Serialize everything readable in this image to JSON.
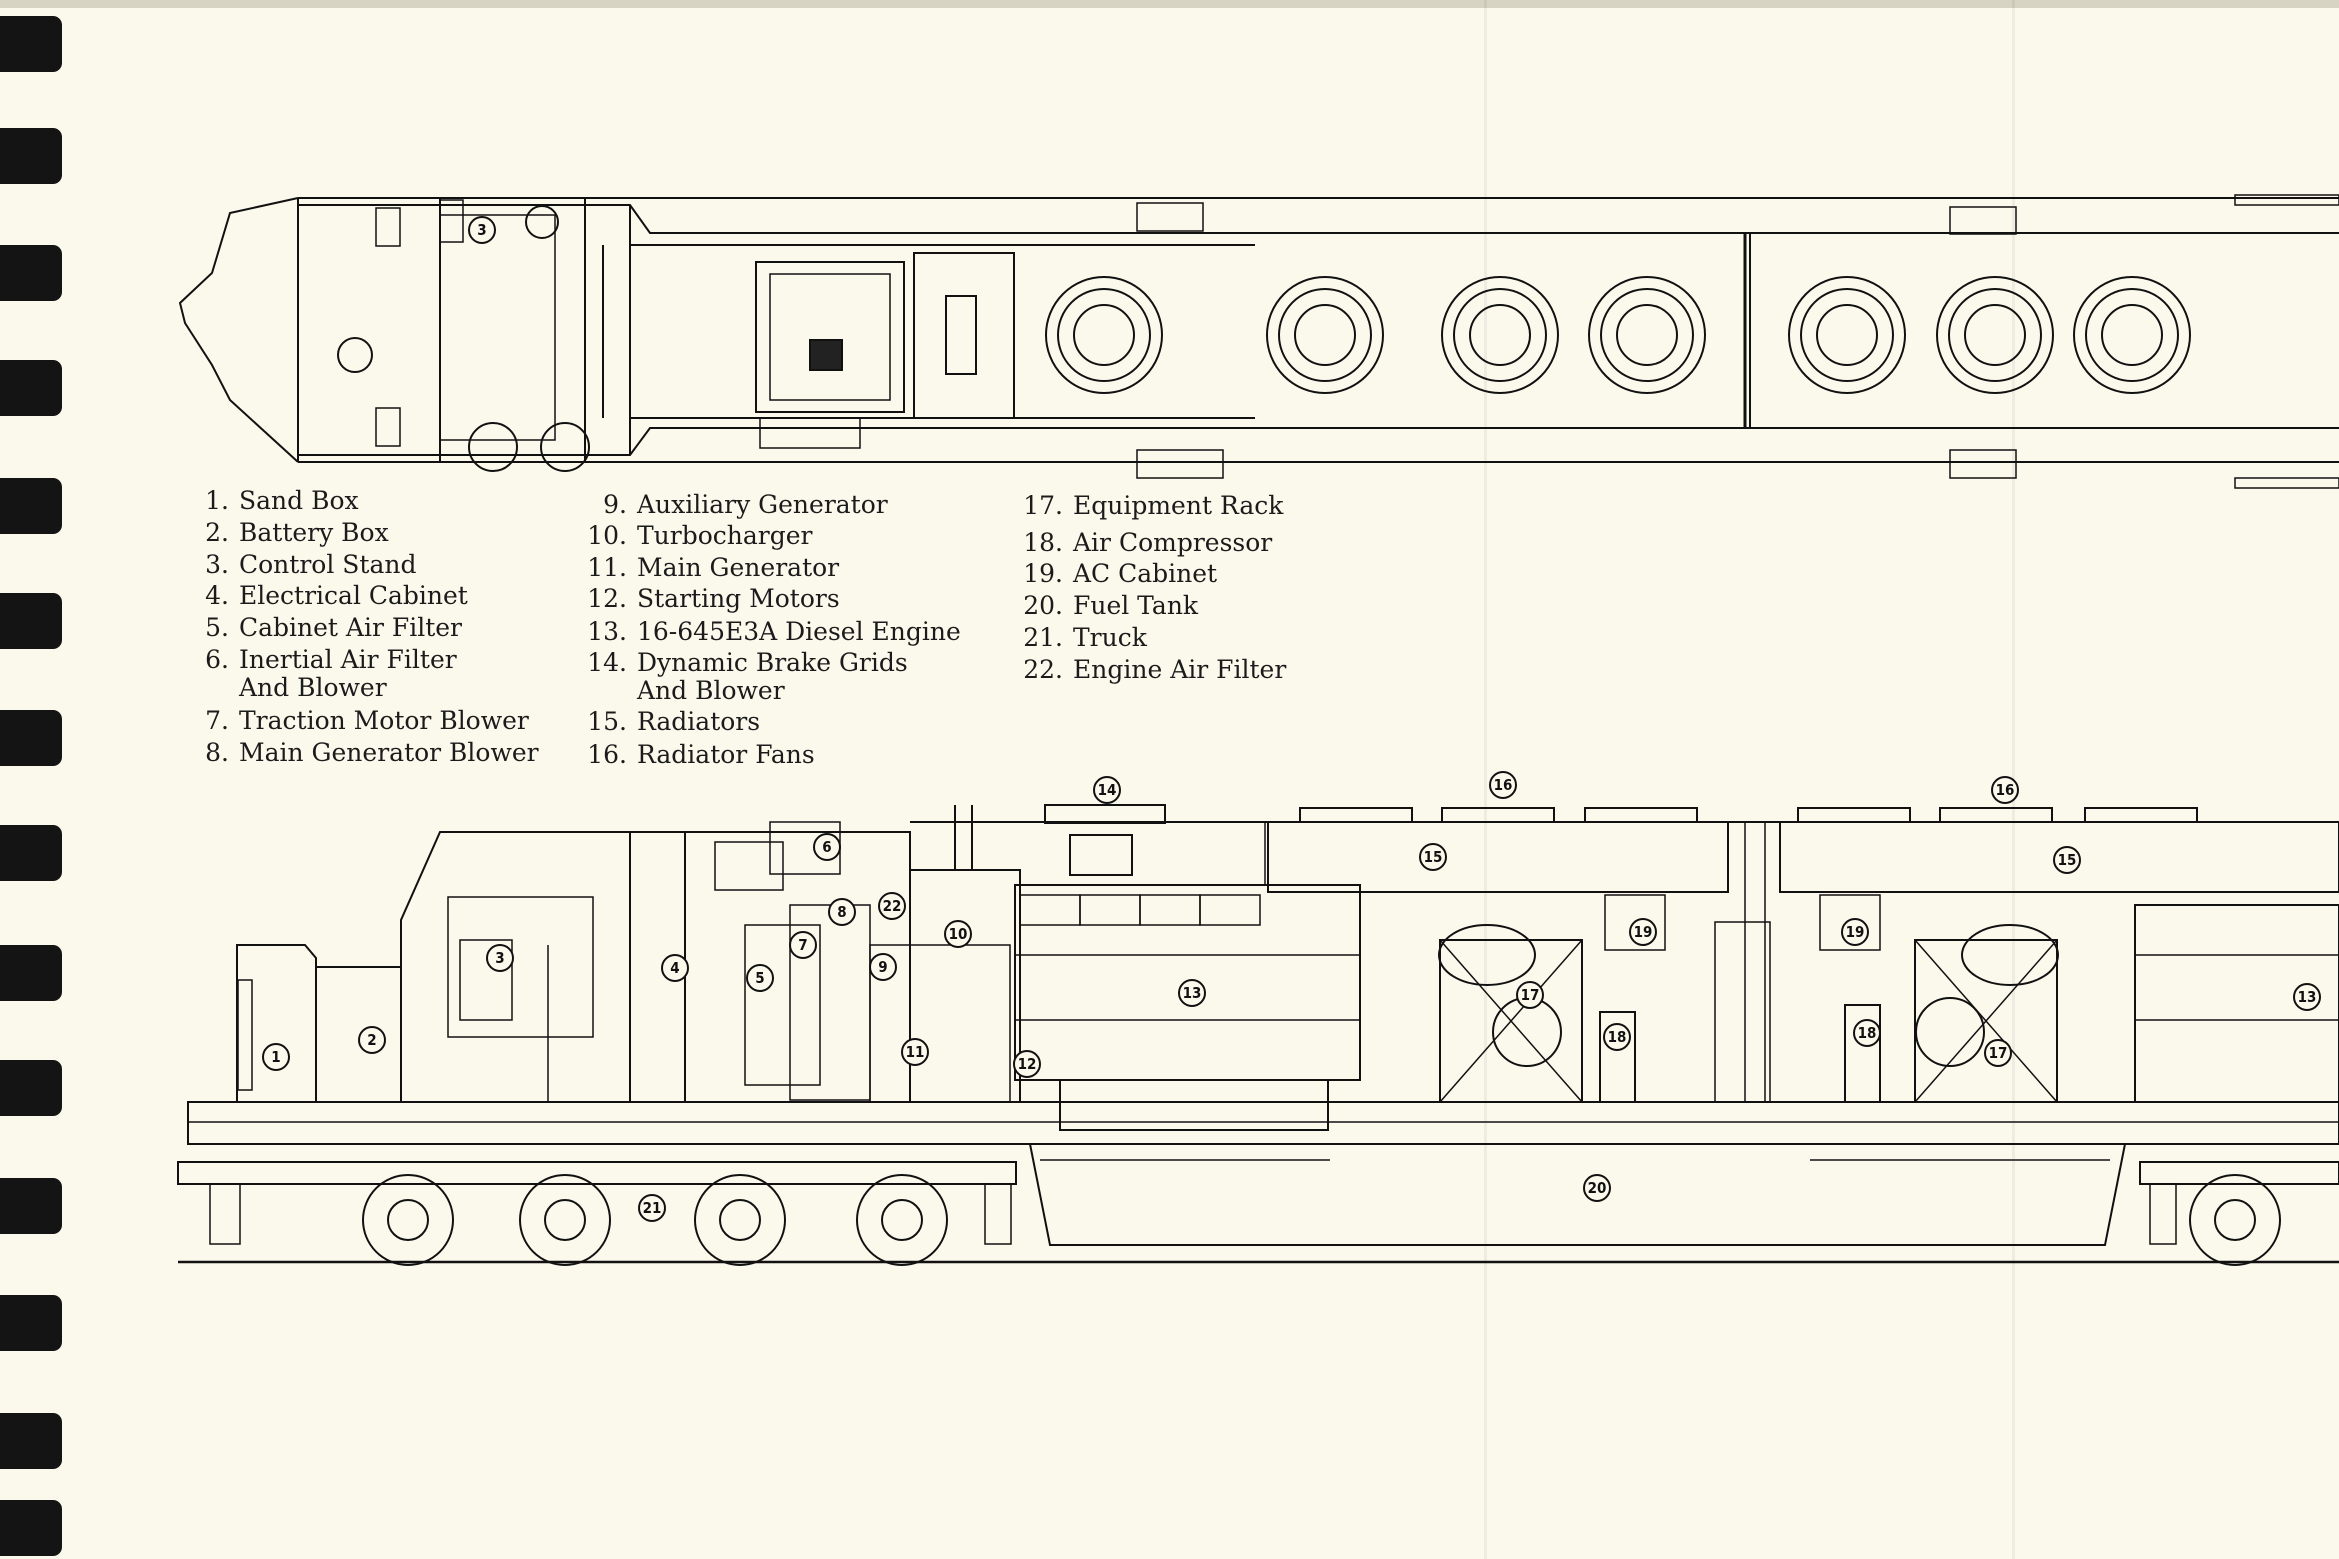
{
  "legend": {
    "items": [
      {
        "num": "1.",
        "label": "Sand Box"
      },
      {
        "num": "2.",
        "label": "Battery Box"
      },
      {
        "num": "3.",
        "label": "Control Stand"
      },
      {
        "num": "4.",
        "label": "Electrical Cabinet"
      },
      {
        "num": "5.",
        "label": "Cabinet Air Filter"
      },
      {
        "num": "6.",
        "label": "Inertial Air Filter",
        "cont": "And Blower"
      },
      {
        "num": "7.",
        "label": "Traction Motor Blower"
      },
      {
        "num": "8.",
        "label": "Main Generator Blower"
      },
      {
        "num": "9.",
        "label": "Auxiliary Generator"
      },
      {
        "num": "10.",
        "label": "Turbocharger"
      },
      {
        "num": "11.",
        "label": "Main Generator"
      },
      {
        "num": "12.",
        "label": "Starting Motors"
      },
      {
        "num": "13.",
        "label": "16-645E3A Diesel Engine"
      },
      {
        "num": "14.",
        "label": "Dynamic Brake Grids",
        "cont": "And Blower"
      },
      {
        "num": "15.",
        "label": "Radiators"
      },
      {
        "num": "16.",
        "label": "Radiator Fans"
      },
      {
        "num": "17.",
        "label": "Equipment Rack"
      },
      {
        "num": "18.",
        "label": "Air Compressor"
      },
      {
        "num": "19.",
        "label": "AC Cabinet"
      },
      {
        "num": "20.",
        "label": "Fuel Tank"
      },
      {
        "num": "21.",
        "label": "Truck"
      },
      {
        "num": "22.",
        "label": "Engine Air Filter"
      }
    ]
  },
  "callouts": [
    "3",
    "1",
    "2",
    "3",
    "4",
    "5",
    "6",
    "7",
    "8",
    "22",
    "9",
    "10",
    "11",
    "12",
    "13",
    "14",
    "15",
    "16",
    "16",
    "15",
    "19",
    "19",
    "17",
    "17",
    "18",
    "18",
    "13",
    "20",
    "21"
  ],
  "colors": {
    "paper": "#fbf9ec",
    "ink": "#111111",
    "binding": "#141414"
  }
}
